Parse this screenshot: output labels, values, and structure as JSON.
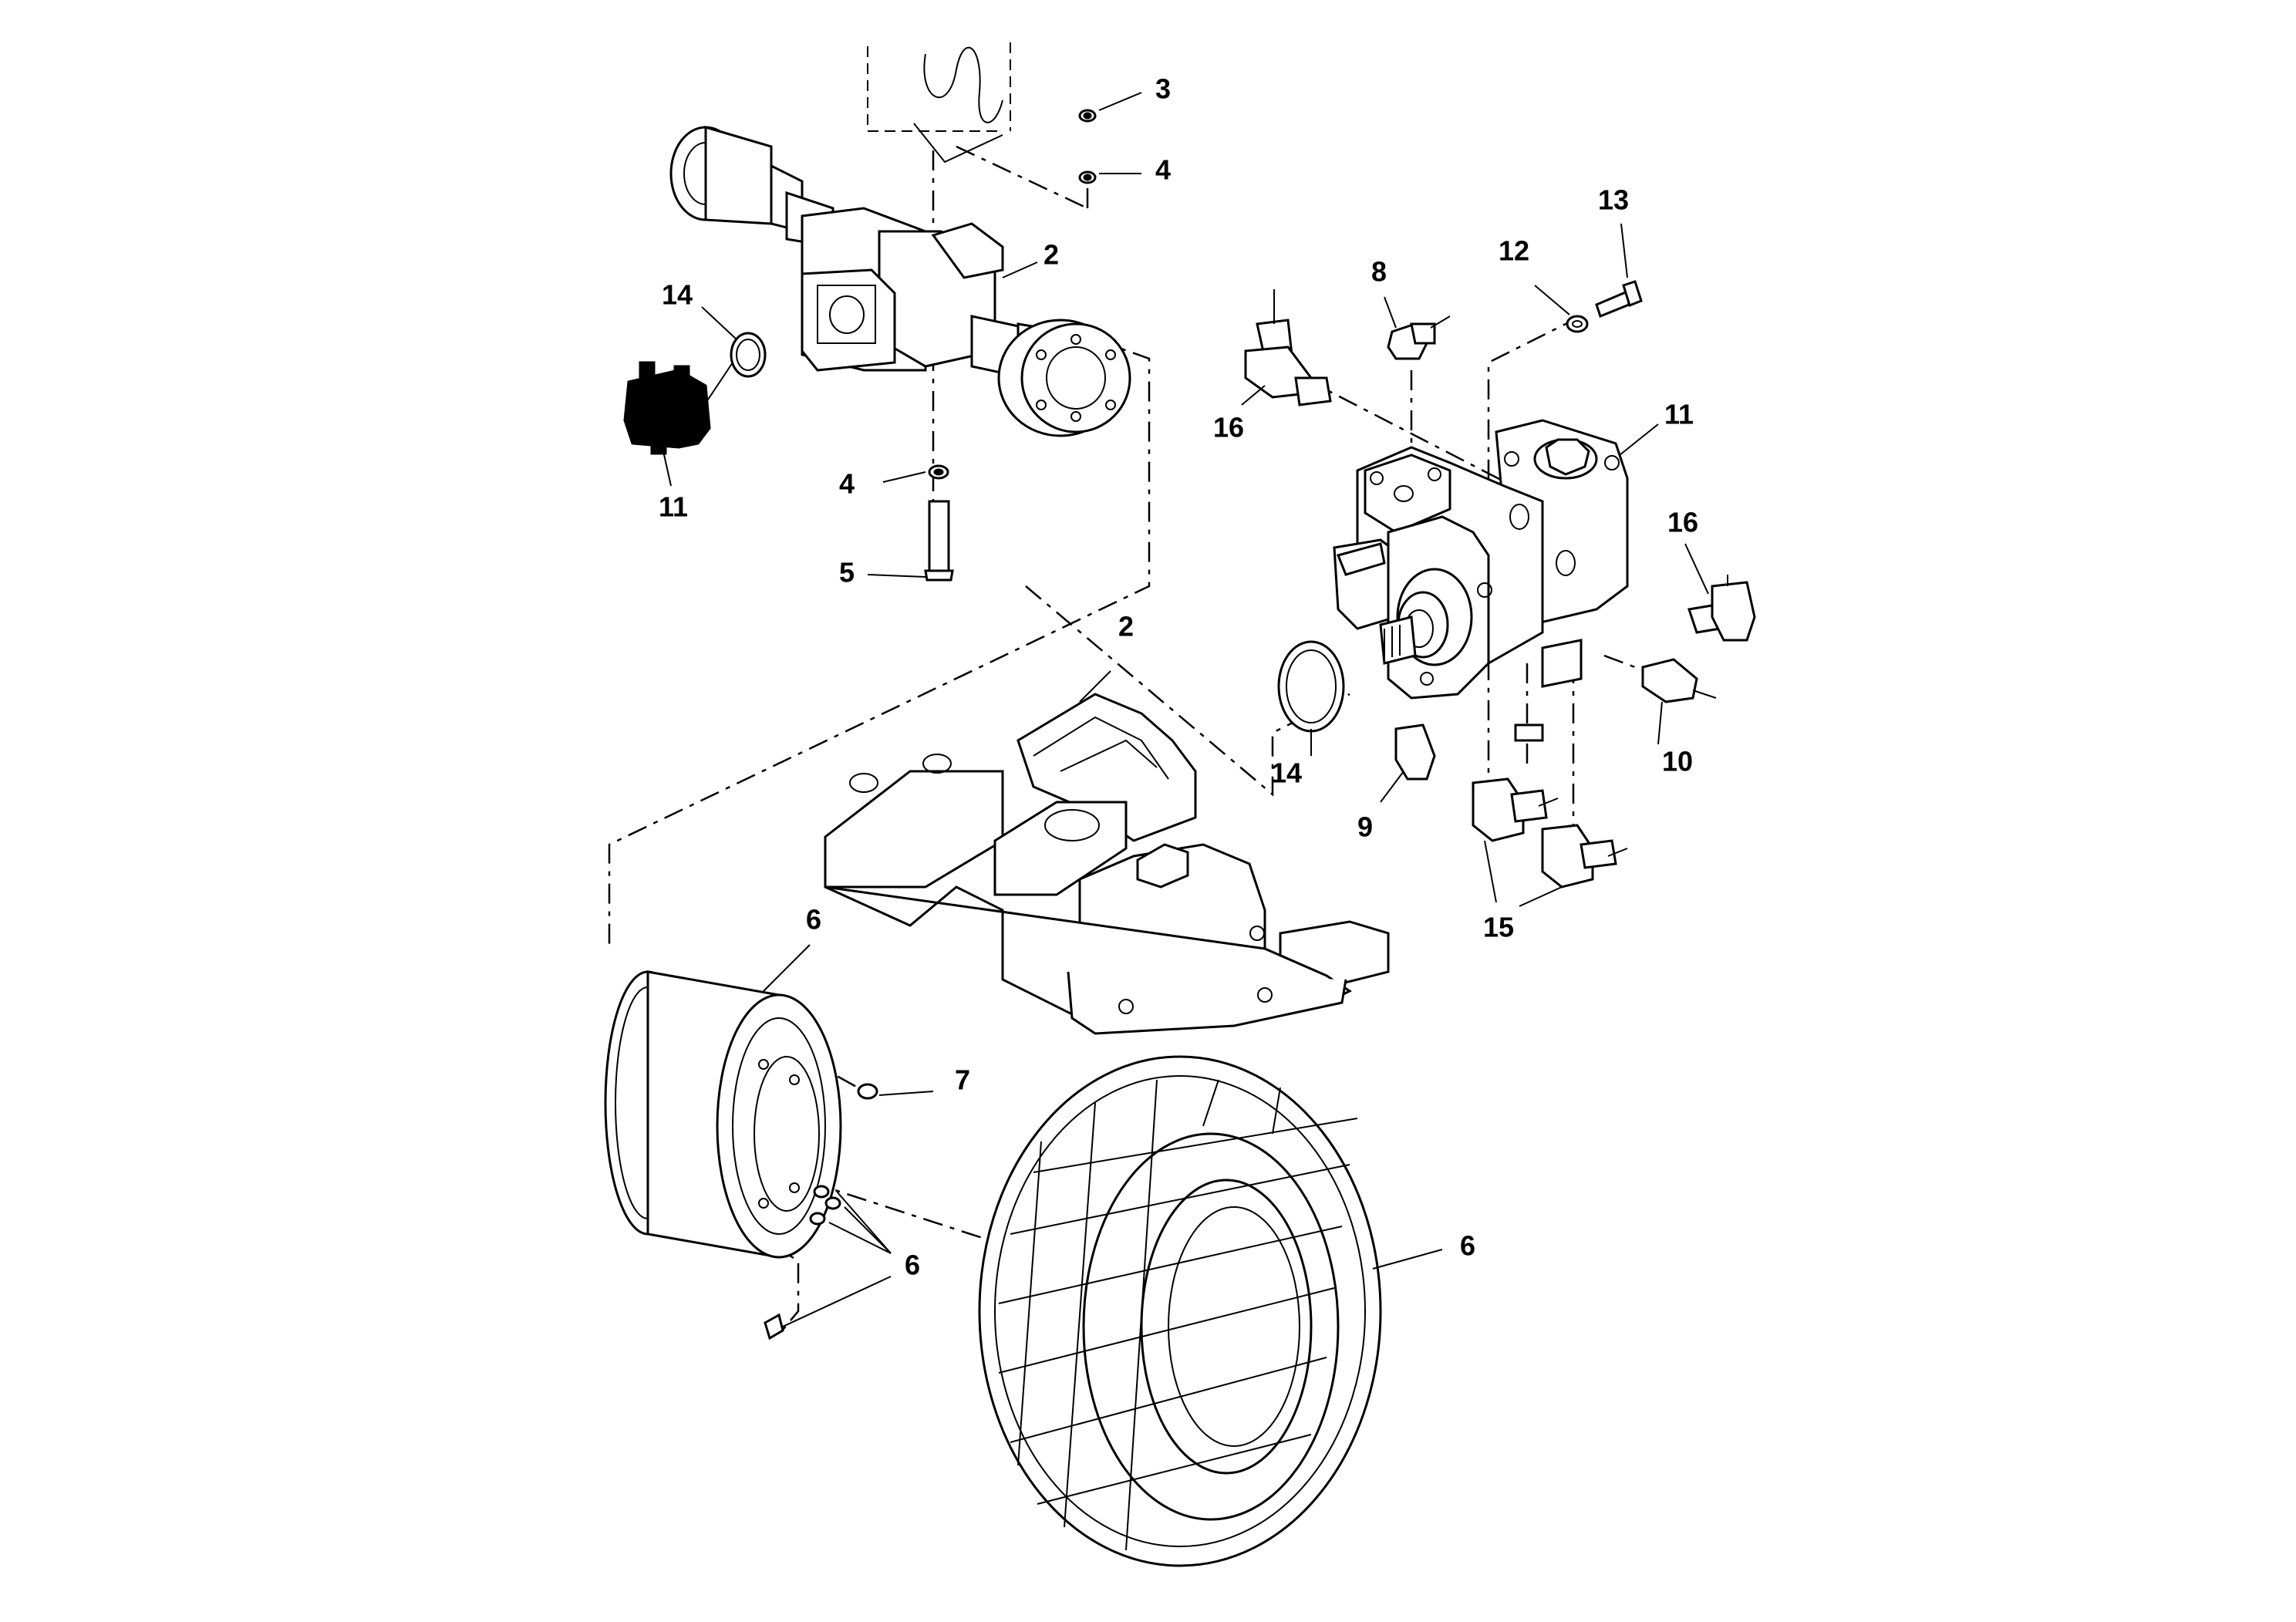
{
  "callouts": {
    "c3": "3",
    "c4a": "4",
    "c2a": "2",
    "c14a": "14",
    "c11a": "11",
    "c4b": "4",
    "c5": "5",
    "c8": "8",
    "c12": "12",
    "c13": "13",
    "c16a": "16",
    "c11b": "11",
    "c16b": "16",
    "c2b": "2",
    "c14b": "14",
    "c9": "9",
    "c10": "10",
    "c15": "15",
    "c6a": "6",
    "c7": "7",
    "c6b": "6",
    "c6c": "6"
  },
  "icons": {
    "axle": "drive-axle",
    "motor": "hydraulic-motor-icon",
    "pump": "hydraulic-pump",
    "frame": "chassis-frame",
    "rim": "wheel-rim",
    "tire": "turf-tire"
  }
}
